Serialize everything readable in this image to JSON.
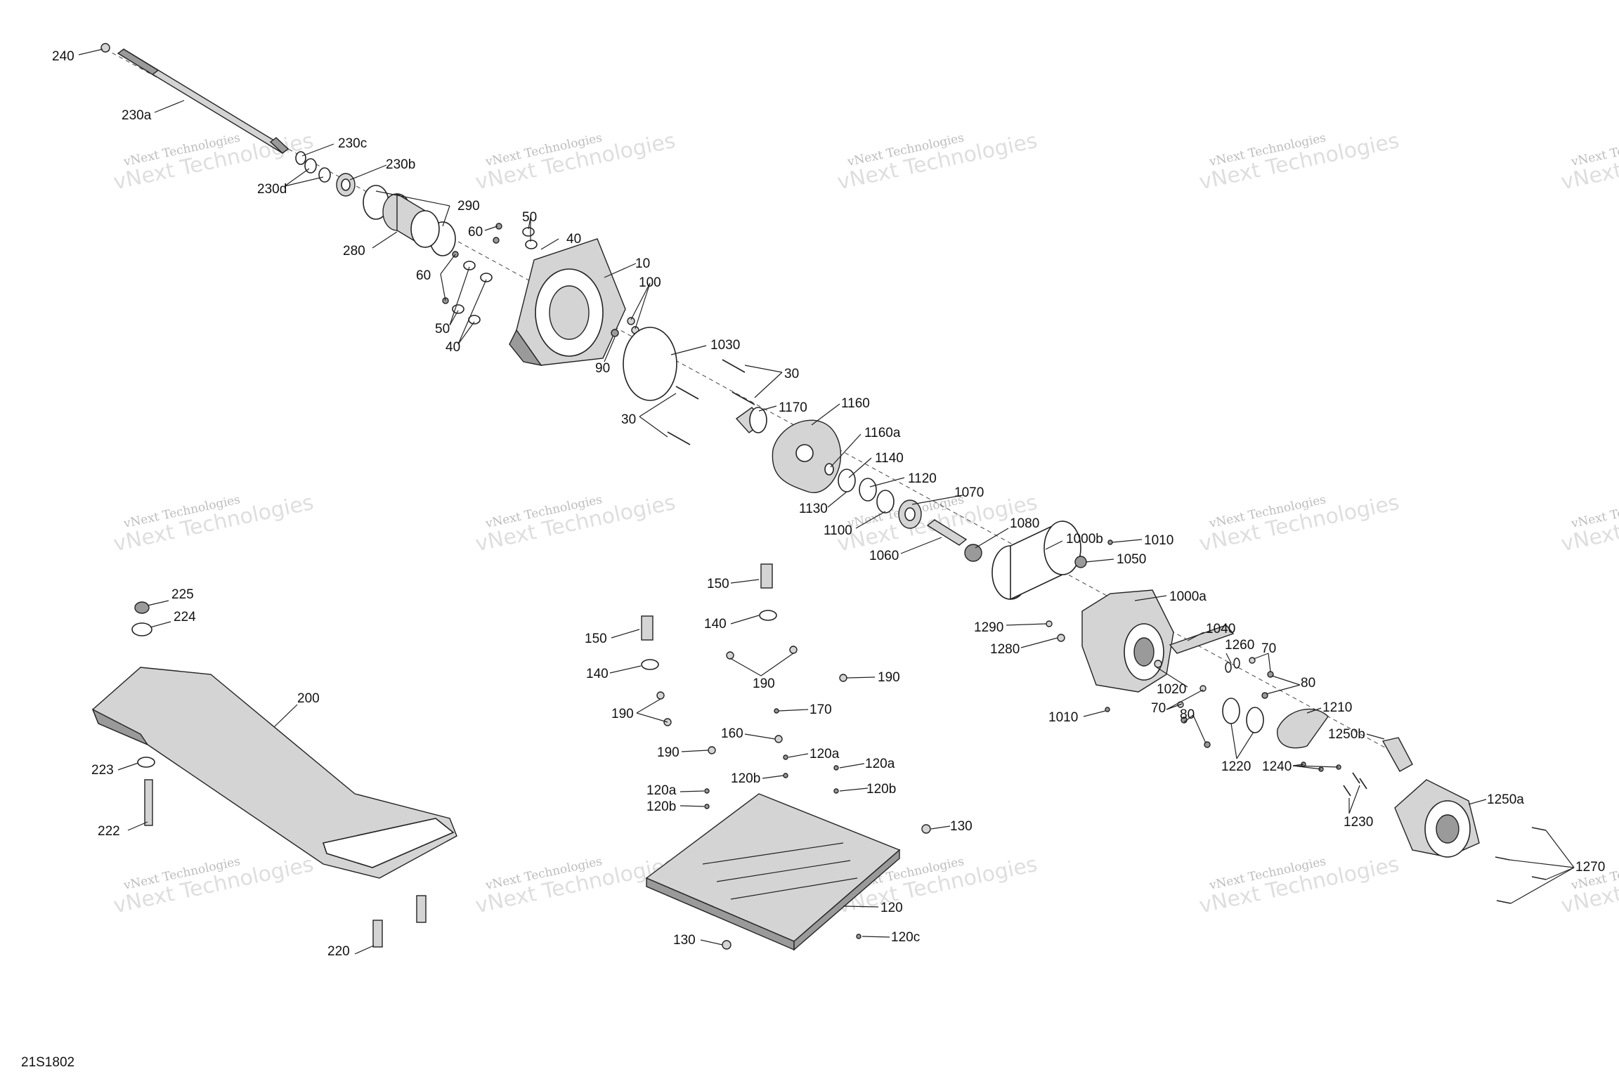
{
  "drawing_code": "21S1802",
  "watermark": {
    "line1": "vNext Technologies",
    "line2": "vNext Technologies"
  },
  "colors": {
    "ink": "#222222",
    "watermark": "#cfcfcf",
    "background": "#ffffff"
  },
  "callouts": {
    "c240": "240",
    "c230a": "230a",
    "c230c": "230c",
    "c230b": "230b",
    "c230d": "230d",
    "c290": "290",
    "c280": "280",
    "c60a": "60",
    "c50a": "50",
    "c40a": "40",
    "c60b": "60",
    "c50b": "50",
    "c40b": "40",
    "c10": "10",
    "c100": "100",
    "c90": "90",
    "c1030": "1030",
    "c30a": "30",
    "c30b": "30",
    "c1170": "1170",
    "c1160": "1160",
    "c1160a": "1160a",
    "c1140": "1140",
    "c1120": "1120",
    "c1130": "1130",
    "c1070": "1070",
    "c1100": "1100",
    "c1060": "1060",
    "c1080": "1080",
    "c1000b": "1000b",
    "c1010a": "1010",
    "c1050": "1050",
    "c1000a": "1000a",
    "c1290": "1290",
    "c1280": "1280",
    "c1040": "1040",
    "c1260": "1260",
    "c70a": "70",
    "c1020": "1020",
    "c80a": "80",
    "c1010b": "1010",
    "c70b": "70",
    "c80b": "80",
    "c1210": "1210",
    "c1220": "1220",
    "c1250b": "1250b",
    "c1240": "1240",
    "c1230": "1230",
    "c1250a": "1250a",
    "c1270": "1270",
    "c150a": "150",
    "c140a": "140",
    "c150b": "150",
    "c140b": "140",
    "c190a": "190",
    "c190b": "190",
    "c190c": "190",
    "c190d": "190",
    "c170": "170",
    "c160": "160",
    "c120aa": "120a",
    "c120ab": "120a",
    "c120ba": "120b",
    "c120ac": "120a",
    "c120bb": "120b",
    "c120bc": "120b",
    "c130a": "130",
    "c120": "120",
    "c130b": "130",
    "c120c": "120c",
    "c225": "225",
    "c224": "224",
    "c200": "200",
    "c223": "223",
    "c222": "222",
    "c220": "220"
  }
}
